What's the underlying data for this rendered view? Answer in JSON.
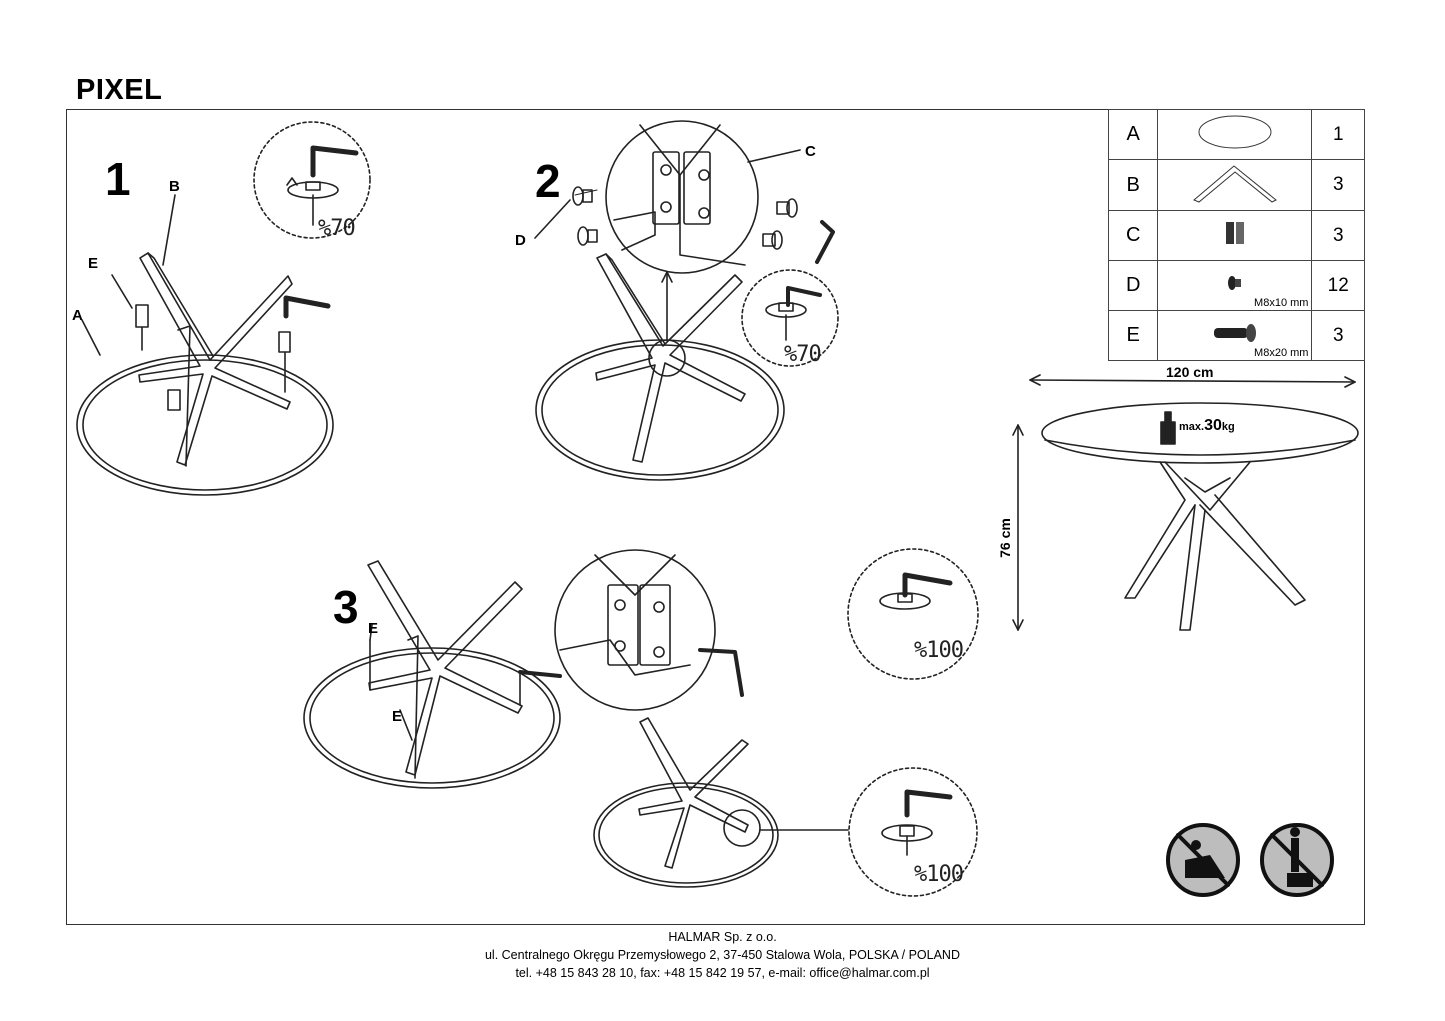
{
  "document": {
    "title": "PIXEL",
    "steps": [
      "1",
      "2",
      "3"
    ],
    "part_labels": {
      "a": "A",
      "b": "B",
      "c": "C",
      "d": "D",
      "e": "E"
    },
    "torque": {
      "step1": "%70",
      "step2": "%70",
      "step3a": "%100",
      "step3b": "%100"
    },
    "dimensions": {
      "width": "120 cm",
      "height": "76 cm",
      "max_load_prefix": "max.",
      "max_load_value": "30",
      "max_load_unit": "kg"
    }
  },
  "parts_list": [
    {
      "code": "A",
      "icon": "tabletop-icon",
      "spec": "",
      "qty": "1"
    },
    {
      "code": "B",
      "icon": "leg-icon",
      "spec": "",
      "qty": "3"
    },
    {
      "code": "C",
      "icon": "bracket-icon",
      "spec": "",
      "qty": "3"
    },
    {
      "code": "D",
      "icon": "screw-small-icon",
      "spec": "M8x10 mm",
      "qty": "12"
    },
    {
      "code": "E",
      "icon": "bolt-icon",
      "spec": "M8x20 mm",
      "qty": "3"
    }
  ],
  "warnings": [
    "no-standing-on-table-icon",
    "no-climbing-icon"
  ],
  "footer": {
    "company": "HALMAR Sp. z o.o.",
    "address": "ul. Centralnego Okręgu Przemysłowego 2, 37-450 Stalowa Wola, POLSKA / POLAND",
    "contact": "tel. +48 15 843 28 10, fax: +48 15 842 19 57, e-mail: office@halmar.com.pl"
  }
}
